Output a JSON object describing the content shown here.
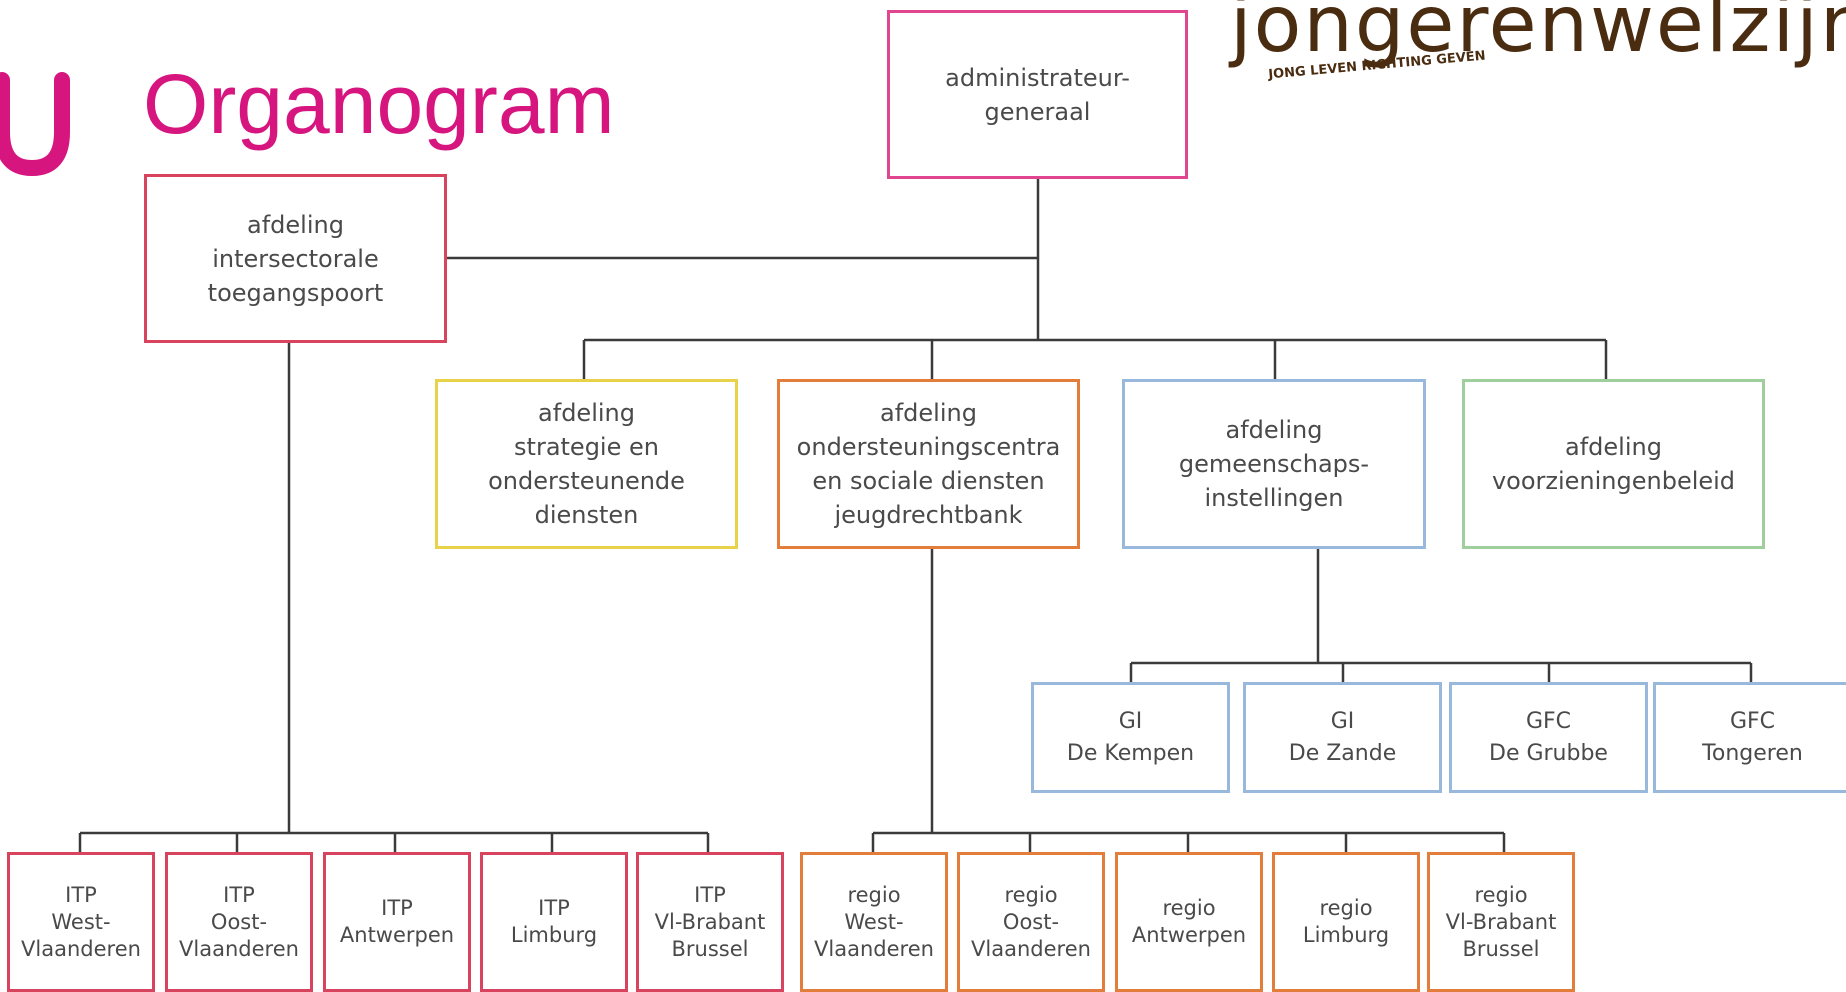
{
  "title": "Organogram",
  "brand": {
    "wordmark": "jongerenwelzijn",
    "tagline": "JONG LEVEN RICHTING GEVEN"
  },
  "colors": {
    "title": "#d6157f",
    "brand": "#4a2c10",
    "line": "#3a3a3a"
  },
  "org": {
    "top": "administrateur-\ngeneraal",
    "itp_dept": "afdeling\nintersectorale\ntoegangspoort",
    "departments": [
      "afdeling\nstrategie en\nondersteunende\ndiensten",
      "afdeling\nondersteuningscentra\nen sociale diensten\njeugdrechtbank",
      "afdeling\ngemeenschaps-\ninstellingen",
      "afdeling\nvoorzieningenbeleid"
    ],
    "institutions": [
      "GI\nDe Kempen",
      "GI\nDe Zande",
      "GFC\nDe Grubbe",
      "GFC\nTongeren"
    ],
    "itp": [
      "ITP\nWest-\nVlaanderen",
      "ITP\nOost-\nVlaanderen",
      "ITP\nAntwerpen",
      "ITP\nLimburg",
      "ITP\nVl-Brabant\nBrussel"
    ],
    "regio": [
      "regio\nWest-\nVlaanderen",
      "regio\nOost-\nVlaanderen",
      "regio\nAntwerpen",
      "regio\nLimburg",
      "regio\nVl-Brabant\nBrussel"
    ]
  }
}
